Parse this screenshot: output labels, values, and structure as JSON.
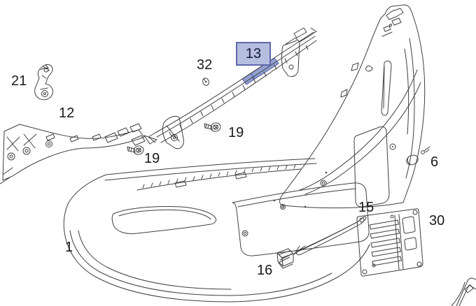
{
  "diagram": {
    "kind": "exploded-parts-line-drawing",
    "subject": "rear bumper assembly"
  },
  "colors": {
    "background": "#ffffff",
    "line": "#3f3f3f",
    "selection_box_fill": "#b6bedf",
    "selection_box_border": "#5d67aa",
    "selected_part_fill": "#93a1d2",
    "selected_part_stroke": "#4b56a0",
    "label_text": "#1a1a1a"
  },
  "selection": {
    "selected_callout": "13"
  },
  "callouts": {
    "c21": {
      "text": "21"
    },
    "c12": {
      "text": "12"
    },
    "c32": {
      "text": "32"
    },
    "c13": {
      "text": "13"
    },
    "c19a": {
      "text": "19"
    },
    "c19b": {
      "text": "19"
    },
    "c6": {
      "text": "6"
    },
    "c1": {
      "text": "1"
    },
    "c15": {
      "text": "15"
    },
    "c16": {
      "text": "16"
    },
    "c30": {
      "text": "30"
    }
  }
}
